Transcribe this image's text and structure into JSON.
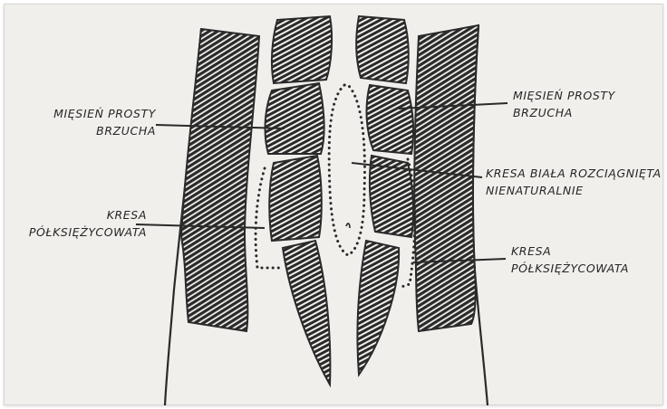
{
  "labels": {
    "rectus_left": {
      "line1": "MIĘSIEŃ PROSTY",
      "line2": "BRZUCHA"
    },
    "rectus_right": {
      "line1": "MIĘSIEŃ PROSTY",
      "line2": "BRZUCHA"
    },
    "linea_alba": {
      "line1": "KRESA BIAŁA ROZCIĄGNIĘTA",
      "line2": "NIENATURALNIE"
    },
    "semilunar_left": {
      "line1": "KRESA",
      "line2": "PÓŁKSIĘŻYCOWATA"
    },
    "semilunar_right": {
      "line1": "KRESA",
      "line2": "PÓŁKSIĘŻYCOWATA"
    }
  },
  "colors": {
    "ink": "#262626",
    "paper": "#f1efec"
  }
}
